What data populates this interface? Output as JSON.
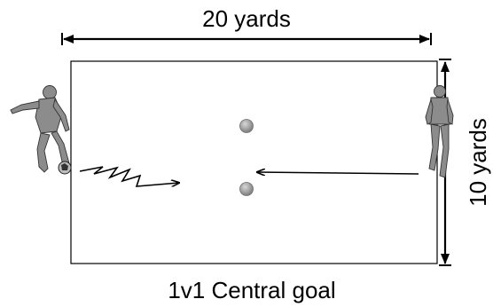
{
  "diagram": {
    "width_label": "20 yards",
    "height_label": "10 yards",
    "caption": "1v1 Central goal"
  },
  "colors": {
    "outline": "#000000",
    "cone": "#9a9a9a",
    "player": "#8c8c8c",
    "background": "#ffffff"
  }
}
